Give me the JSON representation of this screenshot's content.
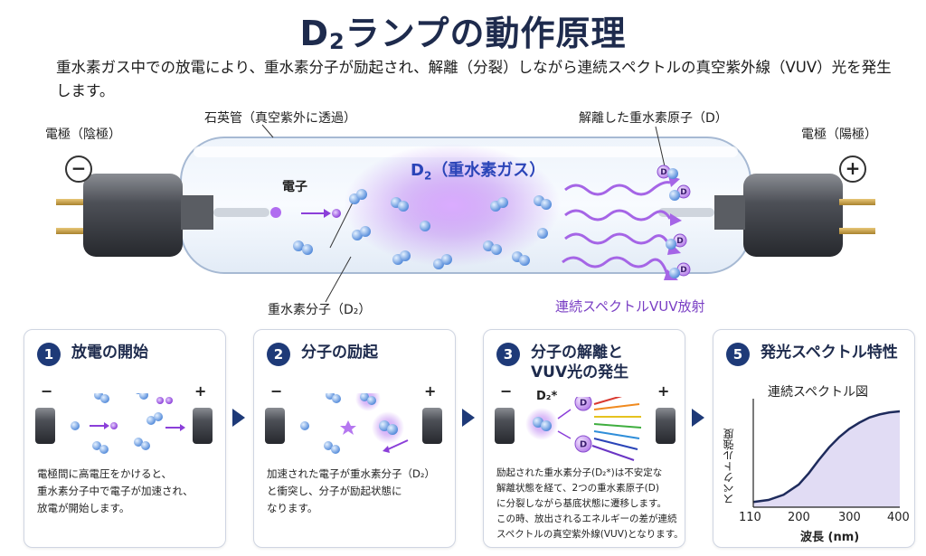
{
  "title": {
    "main": "D",
    "sub": "2",
    "rest": "ランプの動作原理"
  },
  "intro": "重水素ガス中での放電により、重水素分子が励起され、解離（分裂）しながら連続スペクトルの真空紫外線（VUV）光を発生します。",
  "tube": {
    "quartz_label": "石英管（真空紫外に透過）",
    "cathode_label": "電極（陰極）",
    "anode_label": "電極（陽極）",
    "minus": "−",
    "plus": "+",
    "gas_main": "D",
    "gas_sub": "2",
    "gas_rest": "（重水素ガス）",
    "electron_label": "電子",
    "molecule_label": "重水素分子（D₂）",
    "atom_label": "解離した重水素原子（D）",
    "vuv_label": "連続スペクトルVUV放射",
    "atom_symbol": "D"
  },
  "steps": [
    {
      "num": "1",
      "title": "放電の開始",
      "text": [
        "電極間に高電圧をかけると、",
        "重水素分子中で電子が加速され、",
        "放電が開始します。"
      ]
    },
    {
      "num": "2",
      "title": "分子の励起",
      "text": [
        "加速された電子が重水素分子（D₂）",
        "と衝突し、分子が励起状態に",
        "なります。"
      ]
    },
    {
      "num": "3",
      "title": "分子の解離と",
      "title2": "VUV光の発生",
      "excited": "D₂*",
      "text": [
        "励起された重水素分子(D₂*)は不安定な",
        "解離状態を経て、2つの重水素原子(D)",
        "に分裂しながら基底状態に遷移します。",
        "この時、放出されるエネルギーの差が連続",
        "スペクトルの真空紫外線(VUV)となります。"
      ]
    },
    {
      "num": "5",
      "title": "発光スペクトル特性"
    }
  ],
  "chart_data": {
    "type": "area",
    "title": "連続スペクトル図",
    "xlabel": "波長 (nm)",
    "ylabel": "スペクトル強度",
    "x_ticks": [
      "110",
      "200",
      "300",
      "400"
    ],
    "x": [
      110,
      140,
      170,
      200,
      220,
      240,
      260,
      280,
      300,
      320,
      340,
      360,
      380,
      400
    ],
    "y": [
      0.05,
      0.07,
      0.12,
      0.22,
      0.33,
      0.46,
      0.58,
      0.68,
      0.76,
      0.82,
      0.87,
      0.9,
      0.92,
      0.93
    ],
    "xlim": [
      110,
      400
    ],
    "ylim": [
      0,
      1
    ]
  }
}
